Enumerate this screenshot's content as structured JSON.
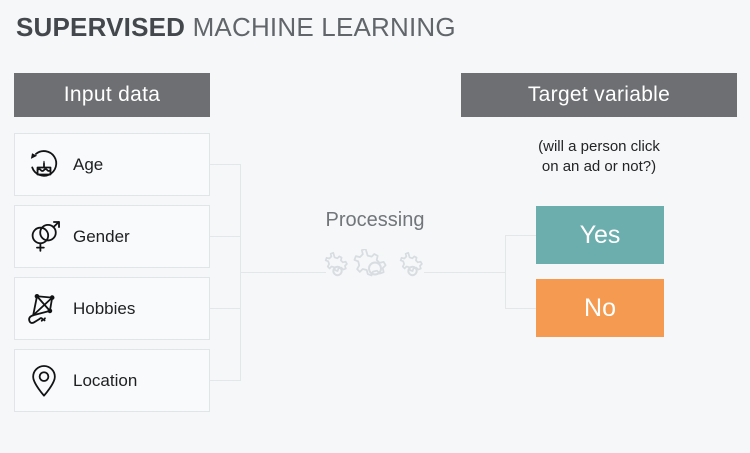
{
  "title": {
    "bold_part": "SUPERVISED",
    "rest_part": " MACHINE LEARNING"
  },
  "input_section": {
    "header": "Input data",
    "features": [
      {
        "label": "Age",
        "icon": "birthday-cake-age-icon"
      },
      {
        "label": "Gender",
        "icon": "gender-symbols-icon"
      },
      {
        "label": "Hobbies",
        "icon": "kite-hobbies-icon"
      },
      {
        "label": "Location",
        "icon": "map-pin-location-icon"
      }
    ]
  },
  "processing": {
    "label": "Processing",
    "icon": "gears-icon"
  },
  "target_section": {
    "header": "Target variable",
    "subtitle_line1": "(will a person click",
    "subtitle_line2": "on an ad or not?)",
    "outcomes": [
      {
        "label": "Yes",
        "color": "#6cadad"
      },
      {
        "label": "No",
        "color": "#f59b51"
      }
    ]
  },
  "colors": {
    "background": "#f5f7f9",
    "header_bar": "#6d6f72",
    "connector": "#e4e7ea",
    "box_border": "#e2e5e8",
    "title_text": "#54585c",
    "yes": "#6cadad",
    "no": "#f59b51"
  }
}
